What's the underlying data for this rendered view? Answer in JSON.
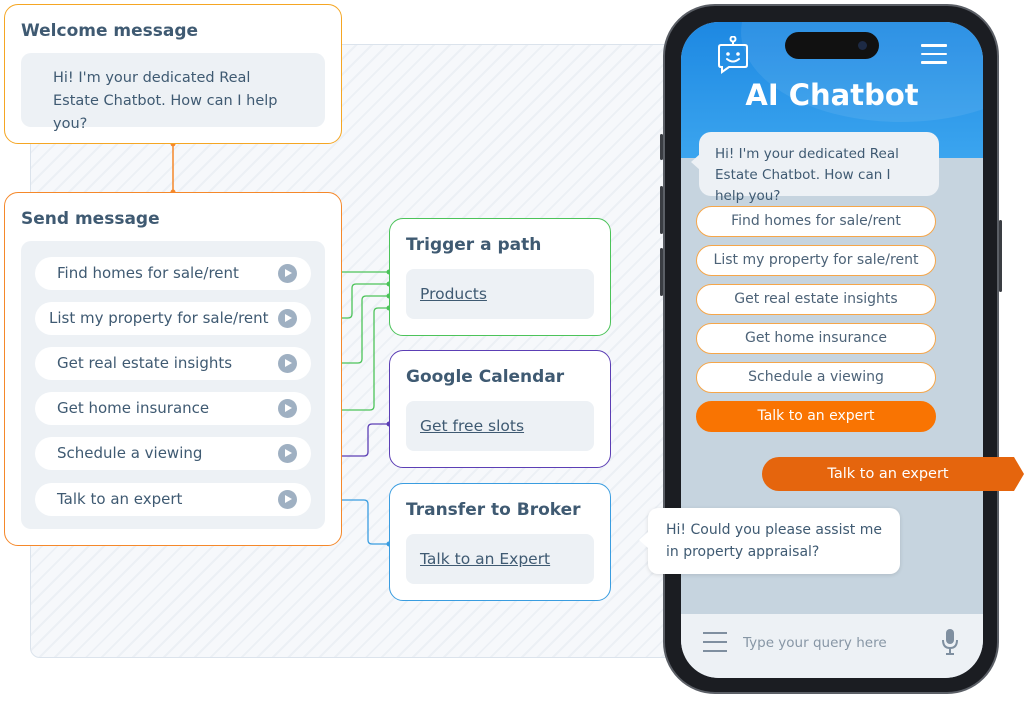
{
  "welcome": {
    "title": "Welcome message",
    "message": "Hi! I'm your dedicated Real Estate Chatbot. How can I help you?"
  },
  "send": {
    "title": "Send message",
    "options": [
      "Find homes for sale/rent",
      "List my property for sale/rent",
      "Get real estate insights",
      "Get home insurance",
      "Schedule a viewing",
      "Talk to an expert"
    ]
  },
  "trigger": {
    "title": "Trigger a path",
    "link": "Products"
  },
  "gcal": {
    "title": "Google Calendar",
    "link": "Get free slots"
  },
  "broker": {
    "title": "Transfer to Broker",
    "link": "Talk to an Expert"
  },
  "phone": {
    "title": "AI Chatbot",
    "bot_message": "Hi! I'm your dedicated Real Estate Chatbot. How can I help you?",
    "chips": [
      "Find homes for sale/rent",
      "List my property for sale/rent",
      "Get real estate insights",
      "Get home insurance",
      "Schedule a viewing",
      "Talk to an expert"
    ],
    "active_chip": 5,
    "user_message": "Talk to an expert",
    "reply_message": "Hi! Could you please assist me in property appraisal?",
    "input_placeholder": "Type your query here"
  },
  "colors": {
    "welcome_border": "#f5a623",
    "send_border": "#f5882a",
    "trigger_border": "#4cc35a",
    "gcal_border": "#5c3fb5",
    "broker_border": "#3a9de0",
    "accent_orange": "#f97402",
    "header_blue": "#1d88e2"
  },
  "icons": [
    "bot-icon",
    "menu-icon",
    "hamburger-icon",
    "mic-icon",
    "arrow-right-icon"
  ]
}
